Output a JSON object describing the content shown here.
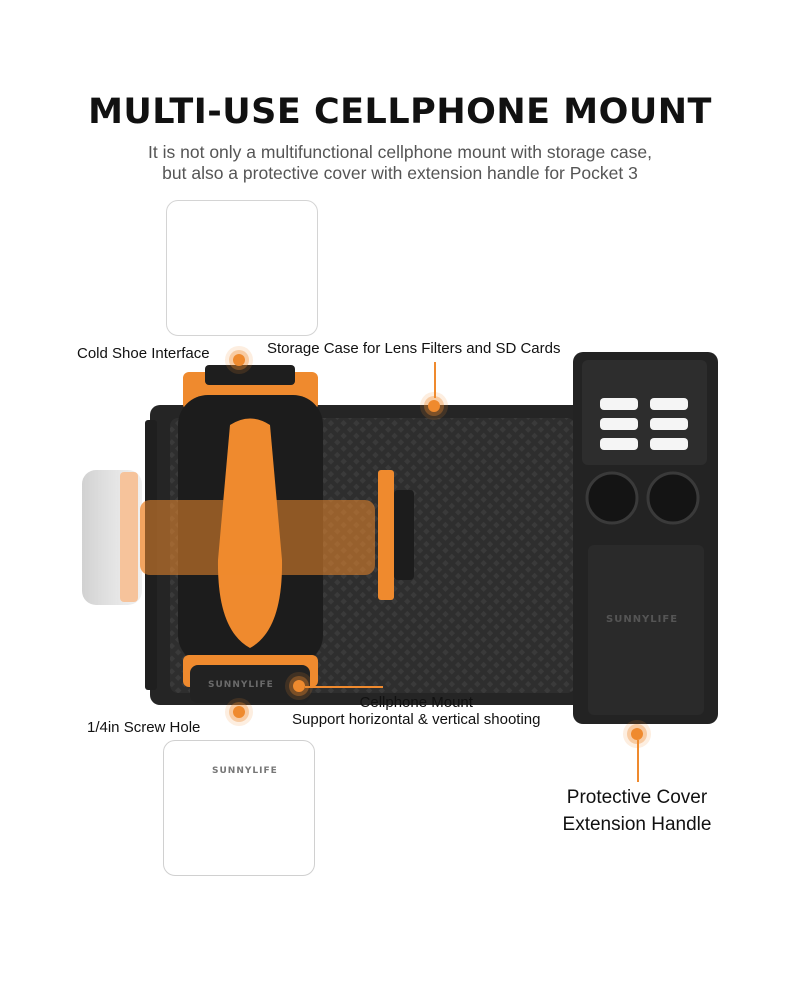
{
  "header": {
    "title": "MULTI-USE CELLPHONE MOUNT",
    "subtitle_lines": [
      "It is not only a multifunctional cellphone mount with storage case,",
      "but also a protective cover with extension handle for Pocket 3"
    ]
  },
  "callouts": {
    "cold_shoe": "Cold Shoe Interface",
    "storage_case": "Storage Case for Lens Filters and SD Cards",
    "cellphone_mount_lines": [
      "Cellphone Mount",
      "Support horizontal & vertical shooting"
    ],
    "screw_hole": "1/4in Screw Hole",
    "protective_cover_lines": [
      "Protective Cover",
      "Extension Handle"
    ]
  },
  "branding": {
    "logo_text": "SUNNYLIFE"
  },
  "colors": {
    "accent": "#ef8a2e",
    "body": "#2b2b2b",
    "title": "#111111",
    "subtitle": "#555555"
  }
}
